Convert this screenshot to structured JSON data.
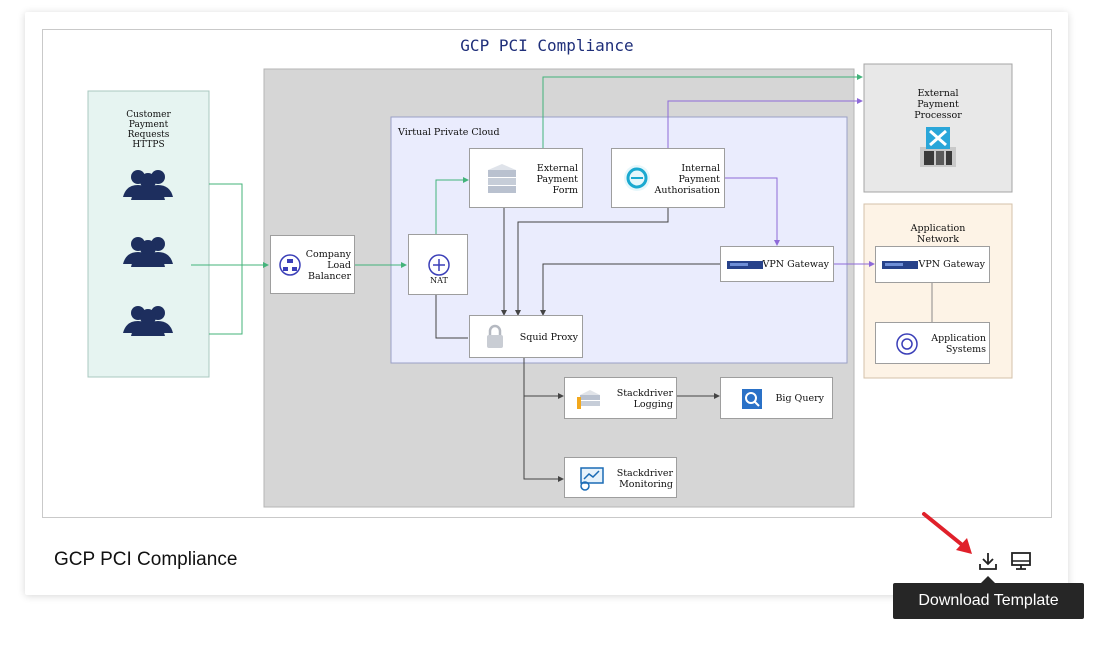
{
  "card": {
    "caption": "GCP PCI Compliance",
    "download_tooltip": "Download Template"
  },
  "diagram": {
    "title": "GCP PCI Compliance",
    "customers": "Customer\nPayment\nRequests\nHTTPS",
    "load_balancer": "Company\nLoad\nBalancer",
    "vpc": "Virtual Private Cloud",
    "nat": "NAT",
    "external_payment_form": "External\nPayment\nForm",
    "internal_payment_auth": "Internal\nPayment\nAuthorisation",
    "vpn_gateway_left": "VPN Gateway",
    "squid_proxy": "Squid Proxy",
    "external_processor": "External\nPayment\nProcessor",
    "application_network": "Application\nNetwork",
    "vpn_gateway_right": "VPN Gateway",
    "application_systems": "Application\nSystems",
    "stackdriver_logging": "Stackdriver\nLogging",
    "big_query": "Big Query",
    "stackdriver_monitoring": "Stackdriver\nMonitoring"
  },
  "colors": {
    "customer_bg": "#e6f4f1",
    "gcp_bg": "#d6d6d6",
    "vpc_bg": "#eaecfd",
    "processor_bg": "#e8e8e8",
    "appnet_bg": "#fdf3e6",
    "green_line": "#43b37a",
    "purple_line": "#8e6ad8",
    "dark_line": "#444444",
    "tooltip_bg": "#262626",
    "arrow_red": "#e0202a"
  },
  "icons": {
    "customers": "user-group-icon",
    "download": "download-icon",
    "present": "monitor-icon"
  }
}
